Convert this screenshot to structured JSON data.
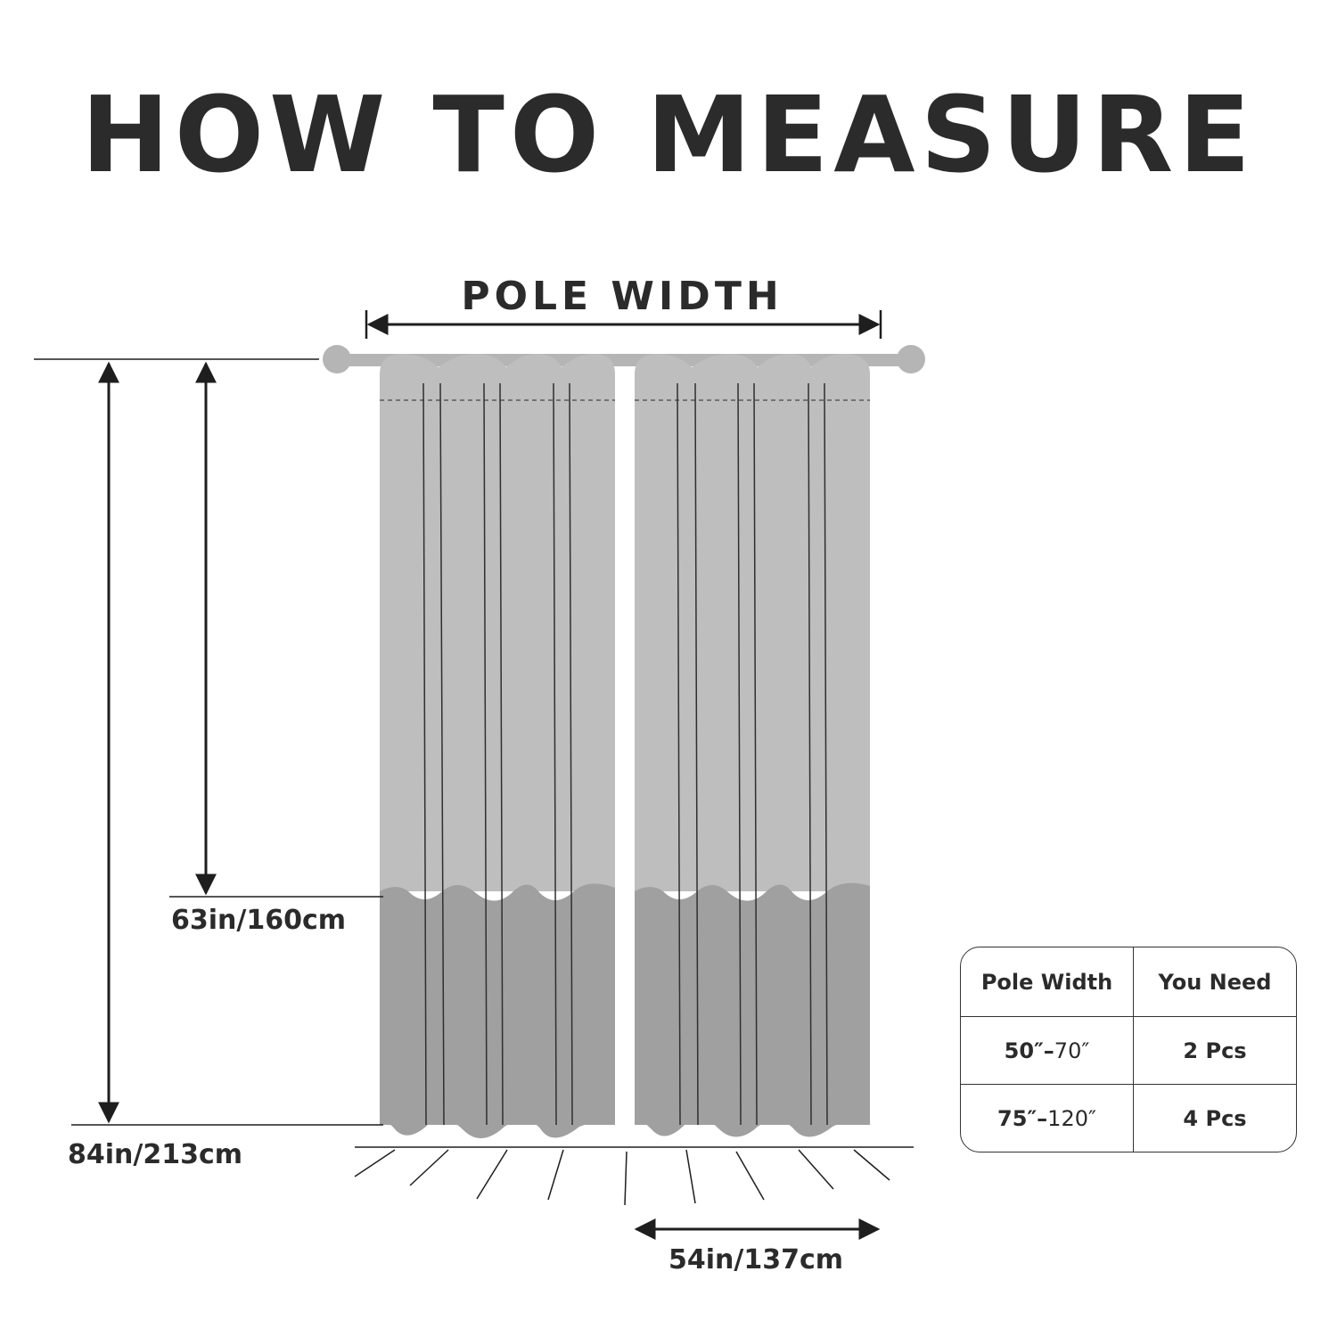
{
  "title": "HOW TO MEASURE",
  "labels": {
    "pole_width": "POLE WIDTH",
    "height_short": "63in/160cm",
    "height_long": "84in/213cm",
    "panel_width": "54in/137cm"
  },
  "table": {
    "headers": [
      "Pole Width",
      "You Need"
    ],
    "rows": [
      {
        "width_from": "50″",
        "width_to": "70″",
        "pieces": "2 Pcs"
      },
      {
        "width_from": "75″",
        "width_to": "120″",
        "pieces": "4 Pcs"
      }
    ],
    "range_separator": "–"
  },
  "colors": {
    "text": "#2b2b2b",
    "curtain_light": "#bebebe",
    "curtain_dark": "#a0a0a0",
    "rod": "#b5b5b5"
  }
}
